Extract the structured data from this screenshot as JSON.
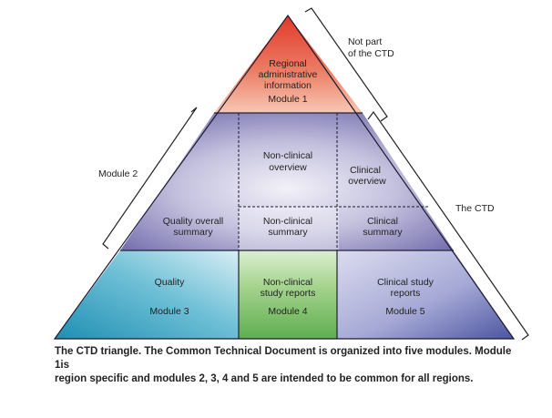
{
  "diagram": {
    "module1": {
      "lines": [
        "Regional",
        "administrative",
        "information",
        "Module 1"
      ]
    },
    "module2": {
      "nonclinical_overview": [
        "Non-clinical",
        "overview"
      ],
      "clinical_overview": [
        "Clinical",
        "overview"
      ],
      "quality_overall_summary": [
        "Quality overall",
        "summary"
      ],
      "nonclinical_summary": [
        "Non-clinical",
        "summary"
      ],
      "clinical_summary": [
        "Clinical",
        "summary"
      ]
    },
    "module3": {
      "lines": [
        "Quality",
        "Module 3"
      ]
    },
    "module4": {
      "lines": [
        "Non-clinical",
        "study reports",
        "Module 4"
      ]
    },
    "module5": {
      "lines": [
        "Clinical study",
        "reports",
        "Module 5"
      ]
    },
    "annotations": {
      "not_part": [
        "Not part",
        "of the CTD"
      ],
      "module2_label": "Module 2",
      "the_ctd": "The CTD"
    }
  },
  "caption": {
    "line1": "The CTD triangle. The Common Technical Document is organized into five modules. Module 1is",
    "line2": "region specific and modules 2, 3, 4 and 5 are intended to be common for all regions."
  },
  "colors": {
    "module1": "#e8604a",
    "module2": "#8d88c0",
    "module3": "#3aa2c0",
    "module4": "#83c073",
    "module5": "#7a80bd"
  }
}
